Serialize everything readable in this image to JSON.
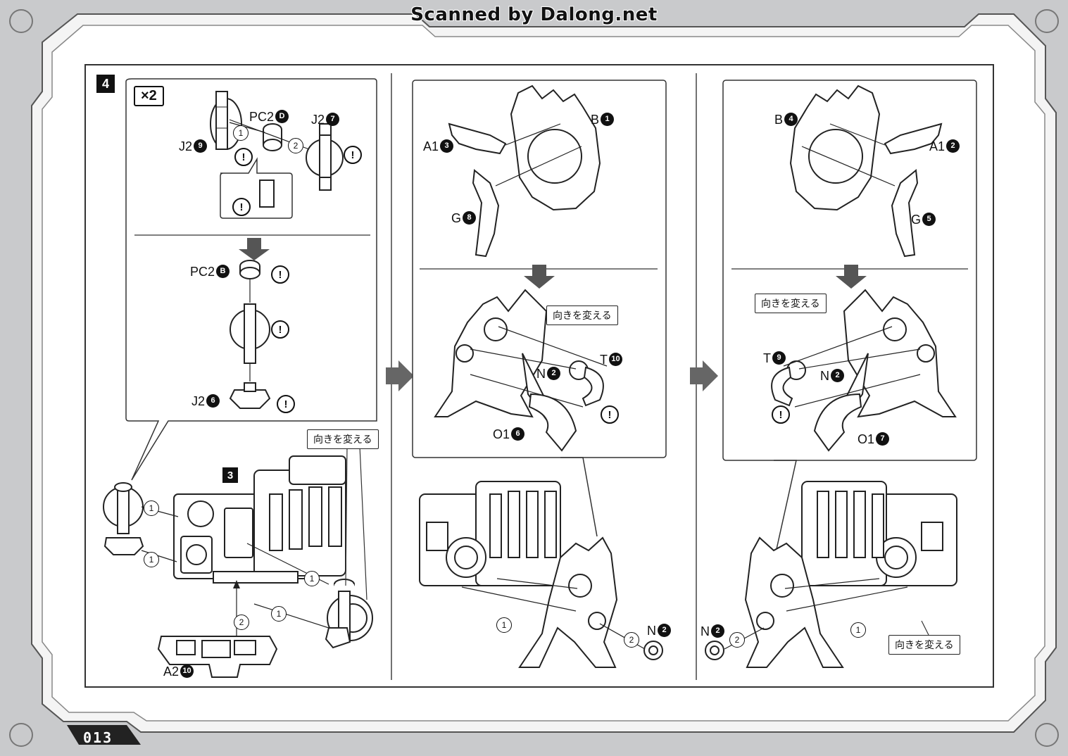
{
  "header": {
    "scan_credit": "Scanned by Dalong.net"
  },
  "page_number": "013",
  "panel_1": {
    "step": "4",
    "step_small": "3",
    "multiplier": "×2",
    "labels": {
      "j2_9": "J2",
      "j2_9_n": "9",
      "pc2_d": "PC2",
      "pc2_d_n": "D",
      "j2_7": "J2",
      "j2_7_n": "7",
      "pc2_b": "PC2",
      "pc2_b_n": "B",
      "j2_6": "J2",
      "j2_6_n": "6",
      "a2_10": "A2",
      "a2_10_n": "10"
    },
    "turn_label": "向きを変える"
  },
  "panel_2": {
    "labels": {
      "a1_3": "A1",
      "a1_3_n": "3",
      "b_1": "B",
      "b_1_n": "1",
      "g_8": "G",
      "g_8_n": "8",
      "n_2": "N",
      "n_2_n": "2",
      "t_10": "T",
      "t_10_n": "10",
      "o1_6": "O1",
      "o1_6_n": "6",
      "n_2b": "N",
      "n_2b_n": "2"
    },
    "turn_label": "向きを変える"
  },
  "panel_3": {
    "labels": {
      "b_4": "B",
      "b_4_n": "4",
      "a1_2": "A1",
      "a1_2_n": "2",
      "g_5": "G",
      "g_5_n": "5",
      "t_9": "T",
      "t_9_n": "9",
      "n_2": "N",
      "n_2_n": "2",
      "o1_7": "O1",
      "o1_7_n": "7",
      "n_2b": "N",
      "n_2b_n": "2"
    },
    "turn_label": "向きを変える",
    "turn_label_bottom": "向きを変える"
  },
  "markers": {
    "order_1": "1",
    "order_2": "2",
    "caution": "!"
  }
}
